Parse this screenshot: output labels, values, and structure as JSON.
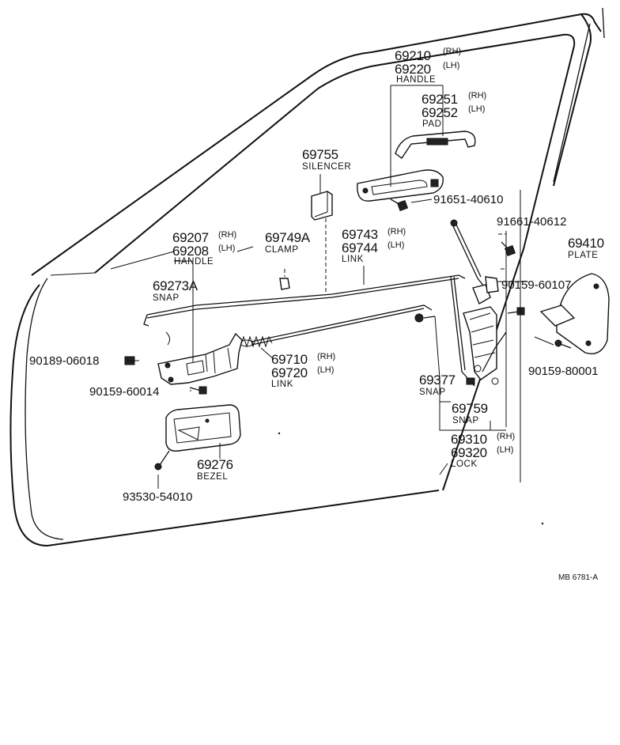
{
  "labels": {
    "handle_outer": {
      "pn_rh": "69210",
      "side_rh": "(RH)",
      "pn_lh": "69220",
      "side_lh": "(LH)",
      "name": "HANDLE"
    },
    "pad": {
      "pn_rh": "69251",
      "side_rh": "(RH)",
      "pn_lh": "69252",
      "side_lh": "(LH)",
      "name": "PAD"
    },
    "silencer": {
      "pn": "69755",
      "name": "SILENCER"
    },
    "bolt_91651": {
      "pn": "91651-40610"
    },
    "bolt_91661": {
      "pn": "91661-40612"
    },
    "plate": {
      "pn": "69410",
      "name": "PLATE"
    },
    "handle_inner": {
      "pn_rh": "69207",
      "side_rh": "(RH)",
      "pn_lh": "69208",
      "side_lh": "(LH)",
      "name": "HANDLE"
    },
    "clamp": {
      "pn": "69749A",
      "name": "CLAMP"
    },
    "link_upper": {
      "pn_rh": "69743",
      "side_rh": "(RH)",
      "pn_lh": "69744",
      "side_lh": "(LH)",
      "name": "LINK"
    },
    "snap_upper": {
      "pn": "69273A",
      "name": "SNAP"
    },
    "screw_90159_60107": {
      "pn": "90159-60107"
    },
    "clip_90189": {
      "pn": "90189-06018"
    },
    "link_lower": {
      "pn_rh": "69710",
      "side_rh": "(RH)",
      "pn_lh": "69720",
      "side_lh": "(LH)",
      "name": "LINK"
    },
    "screw_90159_80001": {
      "pn": "90159-80001"
    },
    "screw_90159_60014": {
      "pn": "90159-60014"
    },
    "snap_69377": {
      "pn": "69377",
      "name": "SNAP"
    },
    "snap_69759": {
      "pn": "69759",
      "name": "SNAP"
    },
    "lock": {
      "pn_rh": "69310",
      "side_rh": "(RH)",
      "pn_lh": "69320",
      "side_lh": "(LH)",
      "name": "LOCK"
    },
    "bezel": {
      "pn": "69276",
      "name": "BEZEL"
    },
    "screw_93530": {
      "pn": "93530-54010"
    },
    "figure_code": "MB  6781-A"
  }
}
